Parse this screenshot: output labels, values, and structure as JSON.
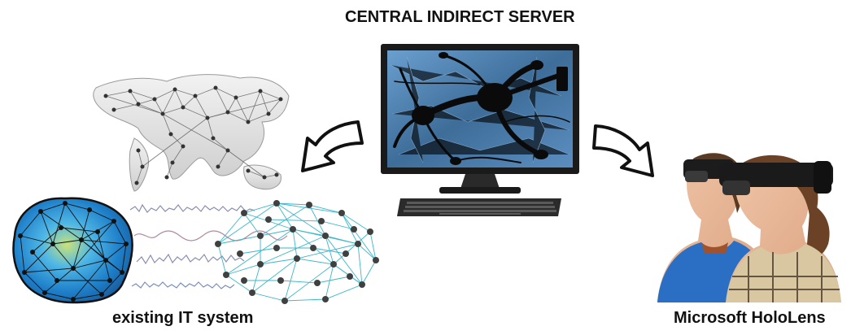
{
  "title": "CENTRAL INDIRECT SERVER",
  "left_label": "existing IT system",
  "right_label": "Microsoft HoloLens",
  "colors": {
    "text": "#111111",
    "monitor_frame": "#1a1a1a",
    "screen_bg": "#4d7fb0",
    "brain_fill": "#2f9fd8",
    "network_line": "#3ab7c9",
    "node": "#404040",
    "arrow_fill": "#ffffff",
    "arrow_stroke": "#111111"
  }
}
